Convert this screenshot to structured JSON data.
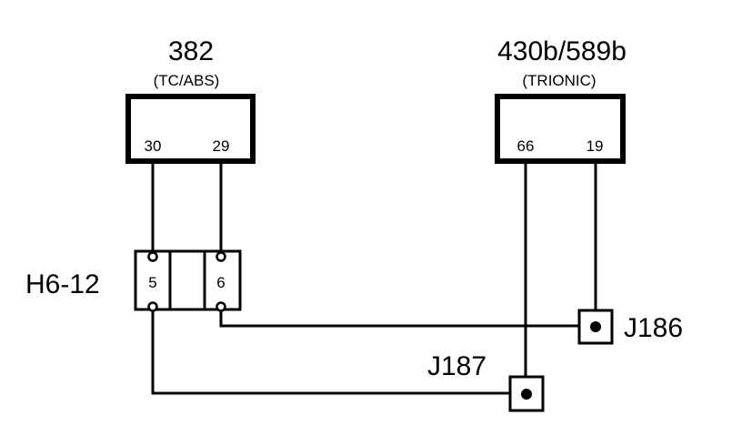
{
  "modules": [
    {
      "id": "382",
      "title": "382",
      "subtitle": "(TC/ABS)",
      "pins": [
        "30",
        "29"
      ]
    },
    {
      "id": "430b589b",
      "title": "430b/589b",
      "subtitle": "(TRIONIC)",
      "pins": [
        "66",
        "19"
      ]
    }
  ],
  "connector": {
    "label": "H6-12",
    "pins": [
      "5",
      "6"
    ]
  },
  "junctions": [
    {
      "label": "J186"
    },
    {
      "label": "J187"
    }
  ],
  "colors": {
    "ink": "#000000",
    "background": "#ffffff"
  }
}
